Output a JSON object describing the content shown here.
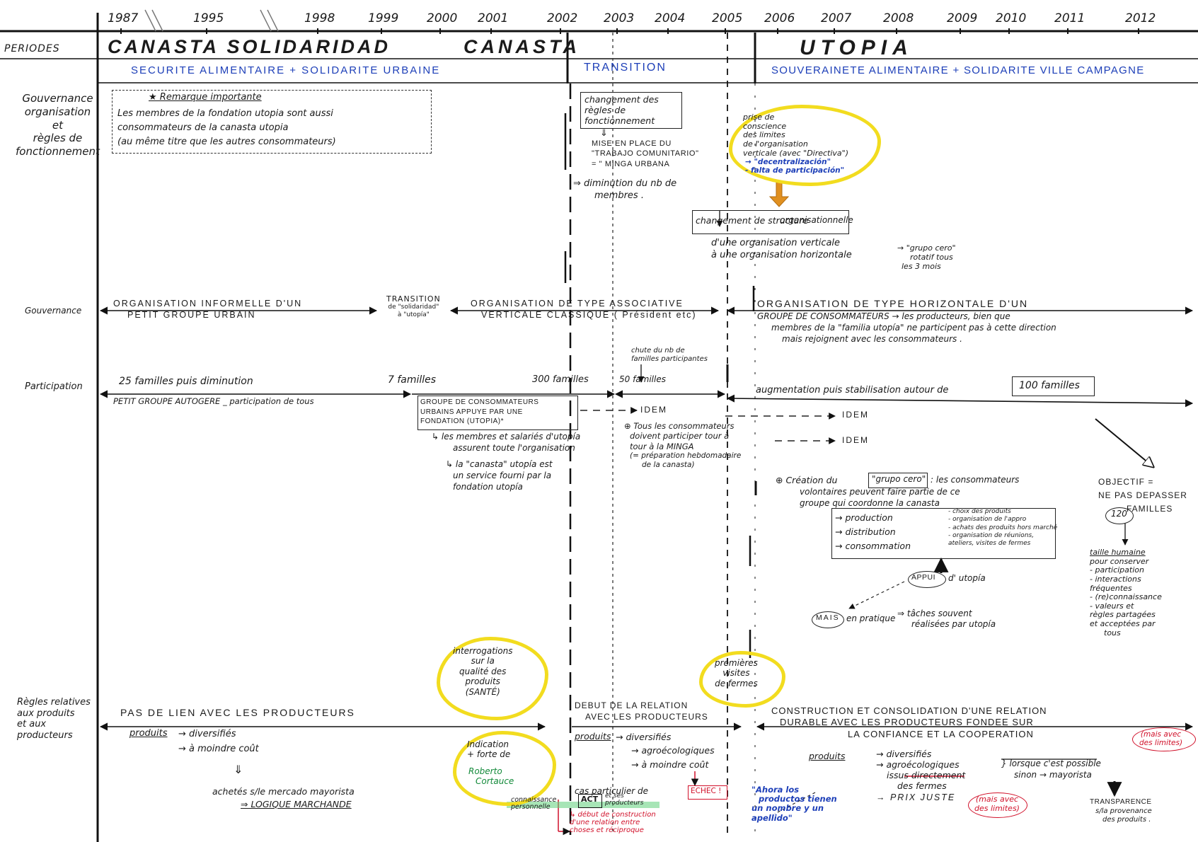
{
  "years": [
    "1987",
    "1995",
    "1998",
    "1999",
    "2000",
    "2001",
    "2002",
    "2003",
    "2004",
    "2005",
    "2006",
    "2007",
    "2008",
    "2009",
    "2010",
    "2011",
    "2012"
  ],
  "row_labels": {
    "periodes": "PERIODES",
    "gouvernance_long": [
      "Gouvernance",
      "organisation",
      "et",
      "règles de",
      "fonctionnement"
    ],
    "gouvernance": "Gouvernance",
    "participation": "Participation",
    "regles": [
      "Règles relatives",
      "aux produits",
      "et aux",
      "producteurs"
    ]
  },
  "periods": {
    "p1": "CANASTA SOLIDARIDAD",
    "p2": "CANASTA",
    "p3": "UTOPIA",
    "sub1": "SECURITE ALIMENTAIRE + SOLIDARITE URBAINE",
    "sub2": "TRANSITION",
    "sub3": "SOUVERAINETE ALIMENTAIRE + SOLIDARITE VILLE CAMPAGNE"
  },
  "gov_note": {
    "title": "★ Remarque importante",
    "lines": [
      "Les membres de la fondation utopia sont aussi",
      "consommateurs de la canasta utopia",
      "(au même titre que les autres consommateurs)"
    ]
  },
  "gov_change": {
    "box": [
      "changement des",
      "règles de",
      "fonctionnement"
    ],
    "arrow": "⇓",
    "lines": [
      "MISE EN PLACE DU",
      "\"TRABAJO COMUNITARIO\"",
      "= \" MINGA URBANA"
    ],
    "result": [
      "⇒ diminution du nb de",
      "membres ."
    ]
  },
  "awareness": {
    "lines": [
      "prise de",
      "conscience",
      "des limites",
      "de l'organisation",
      "verticale (avec \"Directiva\")"
    ],
    "blue": [
      "→ \"decentralización\"",
      "- falta de participación\""
    ]
  },
  "structure_change": {
    "box": "changement de structure",
    "suffix": "organisationnelle",
    "lines": [
      "d'une organisation verticale",
      "à une organisation horizontale"
    ],
    "note": [
      "→ \"grupo cero\"",
      "rotatif tous",
      "les 3 mois"
    ]
  },
  "gouvernance_row": {
    "left": [
      "ORGANISATION INFORMELLE D'UN",
      "PETIT GROUPE URBAIN"
    ],
    "trans": [
      "TRANSITION",
      "de \"solidaridad\"",
      "à \"utopía\""
    ],
    "mid": [
      "ORGANISATION DE TYPE ASSOCIATIVE",
      "VERTICALE CLASSIQUE ( Président etc)"
    ],
    "right": [
      "ORGANISATION DE TYPE HORIZONTALE D'UN",
      "GROUPE DE CONSOMMATEURS → les producteurs, bien que",
      "membres de la \"familia utopía\" ne participent pas à cette direction",
      "mais rejoignent avec les consommateurs ."
    ]
  },
  "participation_row": {
    "c25": "25 familles puis diminution",
    "c7": "7 familles",
    "small": "PETIT GROUPE AUTOGERE _ participation de tous",
    "c300": "300 familles",
    "c50": "50 familles",
    "chute": [
      "chute du nb de",
      "familles participantes"
    ],
    "augment": "augmentation puis stabilisation autour de",
    "c100": "100 familles",
    "groupe": [
      "GROUPE DE CONSOMMATEURS",
      "URBAINS APPUYE PAR UNE",
      "FONDATION (UTOPIA)*"
    ],
    "membres": [
      "↳ les membres et salariés d'utopía",
      "assurent toute l'organisation"
    ],
    "service": [
      "↳ la \"canasta\" utopía est",
      "un service fourni par la",
      "fondation utopía"
    ],
    "idem1": "IDEM",
    "idem2": "IDEM",
    "idem3": "IDEM",
    "tous": [
      "⊕ Tous les consommateurs",
      "doivent participer tour à",
      "tour à la MINGA",
      "(= préparation hebdomadaire",
      "de la canasta)"
    ],
    "cero": [
      "⊕ Création du",
      "\"grupo cero\"",
      ": les consommateurs",
      "volontaires peuvent faire partie de ce",
      "groupe qui coordonne la canasta"
    ],
    "roles": [
      "→ production",
      "→ distribution",
      "→ consommation"
    ],
    "roles_detail": [
      "- choix des produits",
      "- organisation de l'appro",
      "- achats des produits hors marché",
      "- organisation de réunions,",
      "ateliers, visites de fermes"
    ],
    "appui": "APPUI",
    "appui_sfx": "d' utopía",
    "mais": "MAIS",
    "mais_sfx": "en pratique",
    "mais_res": [
      "⇒ tâches souvent",
      "réalisées par utopía"
    ],
    "objectif": [
      "OBJECTIF =",
      "NE PAS DEPASSER",
      "FAMILLES"
    ],
    "objectif_num": "120",
    "taille": [
      "taille humaine",
      "pour conserver",
      "- participation",
      "- interactions",
      "fréquentes",
      "- (re)connaissance",
      "- valeurs et",
      "règles partagées",
      "et acceptées par",
      "tous"
    ]
  },
  "clouds": {
    "quality": [
      "interrogations",
      "sur la",
      "qualité des",
      "produits",
      "(SANTÉ)"
    ],
    "farms": [
      "premières",
      "visites",
      "de fermes"
    ],
    "roberto": [
      "Indication",
      "+ forte de"
    ],
    "roberto_green": [
      "Roberto",
      "Cortauce"
    ]
  },
  "regles_row": {
    "left_title": "PAS DE LIEN AVEC LES PRODUCTEURS",
    "produits": "produits",
    "left_items": [
      "→ diversifiés",
      "→ à moindre coût"
    ],
    "left_arrow": "⇓",
    "left_buy": [
      "achetés s/le mercado mayorista",
      "⇒ LOGIQUE MARCHANDE"
    ],
    "mid_title": [
      "DEBUT DE LA RELATION",
      "AVEC LES PRODUCTEURS"
    ],
    "mid_items": [
      "→ diversifiés",
      "→ agroécologiques",
      "→ à moindre coût"
    ],
    "echec": "ECHEC !",
    "cas": "cas particulier de",
    "connaissance": [
      "connaissance",
      "personnelle"
    ],
    "act": "ACT",
    "act_sfx": [
      "et ses",
      "producteurs"
    ],
    "debut": [
      "↳ début de construction",
      "d'une relation entre",
      "choses et réciproque"
    ],
    "right_title": [
      "CONSTRUCTION ET CONSOLIDATION D'UNE RELATION",
      "DURABLE AVEC LES PRODUCTEURS FONDEE SUR",
      "LA CONFIANCE ET LA COOPERATION"
    ],
    "right_items": [
      "→ diversifiés",
      "→ agroécologiques",
      "issus directement",
      "des fermes",
      "→ PRIX JUSTE"
    ],
    "lorsque": [
      "} lorsque c'est possible",
      "sinon → mayorista"
    ],
    "ahora": [
      "\"Ahora los",
      "productos tienen",
      "un nombre y un",
      "apellido\""
    ],
    "mais_limites": [
      "(mais avec",
      "des limites)"
    ],
    "transparence": [
      "TRANSPARENCE",
      "s/la provenance",
      "des produits ."
    ]
  }
}
